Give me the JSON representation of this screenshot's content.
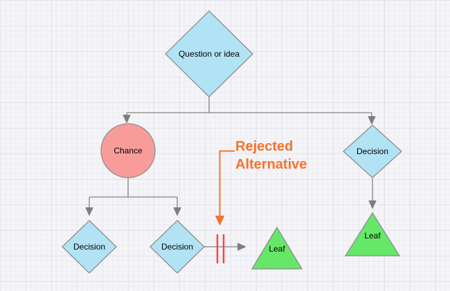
{
  "colors": {
    "node_blue": "#b2e3f5",
    "node_salmon": "#f89c9a",
    "node_green": "#67e767",
    "edge_gray": "#7e7e7e",
    "annotation_orange": "#f8722c",
    "rejection_red": "#fb4343"
  },
  "nodes": {
    "question": {
      "label": "Question or idea",
      "shape": "diamond"
    },
    "chance": {
      "label": "Chance",
      "shape": "circle"
    },
    "decision_right": {
      "label": "Decision",
      "shape": "diamond"
    },
    "decision_left": {
      "label": "Decision",
      "shape": "diamond"
    },
    "decision_middle": {
      "label": "Decision",
      "shape": "diamond"
    },
    "leaf_middle": {
      "label": "Leaf",
      "shape": "triangle"
    },
    "leaf_right": {
      "label": "Leaf",
      "shape": "triangle"
    }
  },
  "annotation": {
    "line1": "Rejected",
    "line2": "Alternative"
  }
}
